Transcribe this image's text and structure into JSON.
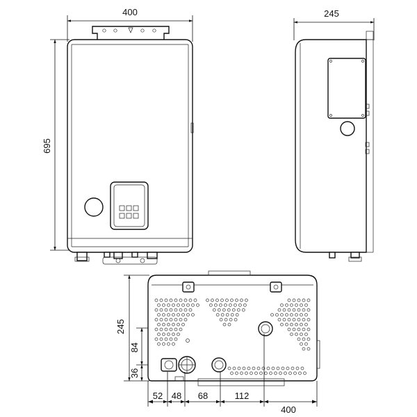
{
  "dimensions": {
    "front_width": "400",
    "front_height": "695",
    "side_depth": "245",
    "bottom_depth": "245",
    "bottom_offset_1": "84",
    "bottom_offset_2": "36",
    "bottom_x1": "52",
    "bottom_x2": "48",
    "bottom_x3": "68",
    "bottom_x4": "112",
    "bottom_width": "400"
  }
}
